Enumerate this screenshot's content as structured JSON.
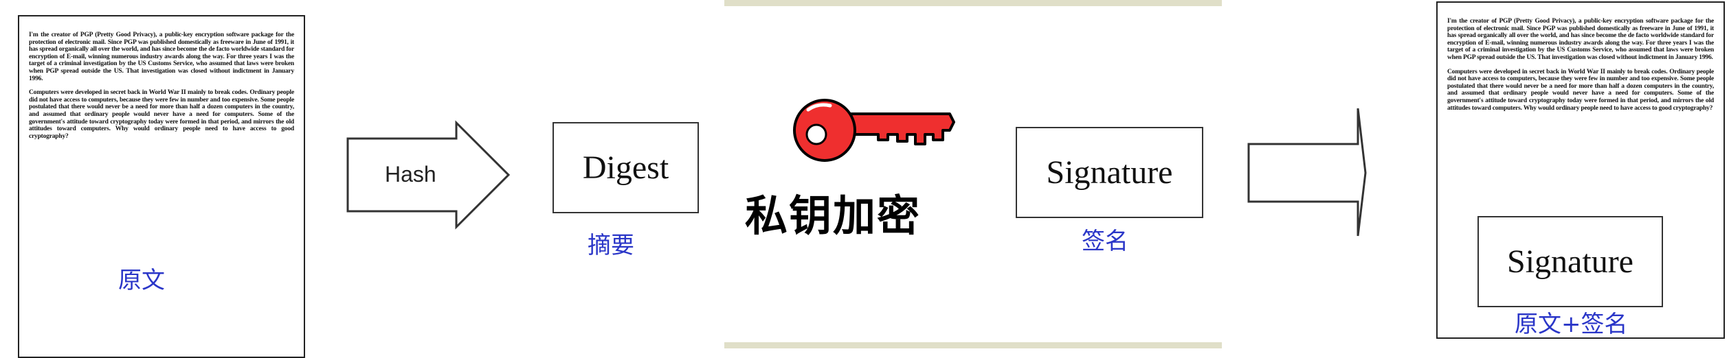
{
  "original_doc": {
    "paragraphs": [
      "I'm the creator of PGP (Pretty Good Privacy), a public-key encryption software package for the protection of electronic mail. Since PGP was published domestically as freeware in June of 1991, it has spread organically all over the world, and has since become the de facto worldwide standard for encryption of E-mail, winning numerous industry awards along the way. For three years I was the target of a criminal investigation by the US Customs Service, who assumed that laws were broken when PGP spread outside the US. That investigation was closed without indictment in January 1996.",
      "Computers were developed in secret back in World War II mainly to break codes. Ordinary people did not have access to computers, because they were few in number and too expensive. Some people postulated that there would never be a need for more than half a dozen computers in the country, and assumed that ordinary people would never have a need for computers. Some of the government's attitude toward cryptography today were formed in that period, and mirrors the old attitudes toward computers. Why would ordinary people need to have access to good cryptography?"
    ],
    "label": "原文"
  },
  "hash_arrow": {
    "label": "Hash"
  },
  "digest": {
    "label": "Digest",
    "caption": "摘要"
  },
  "private_key": {
    "caption": "私钥加密"
  },
  "signature": {
    "label": "Signature",
    "caption": "签名"
  },
  "result_doc": {
    "signature_label": "Signature",
    "label": "原文+签名"
  },
  "colors": {
    "label_blue": "#2a36c8",
    "key_red": "#ef2f2f",
    "stripe": "#e0dfc8"
  }
}
